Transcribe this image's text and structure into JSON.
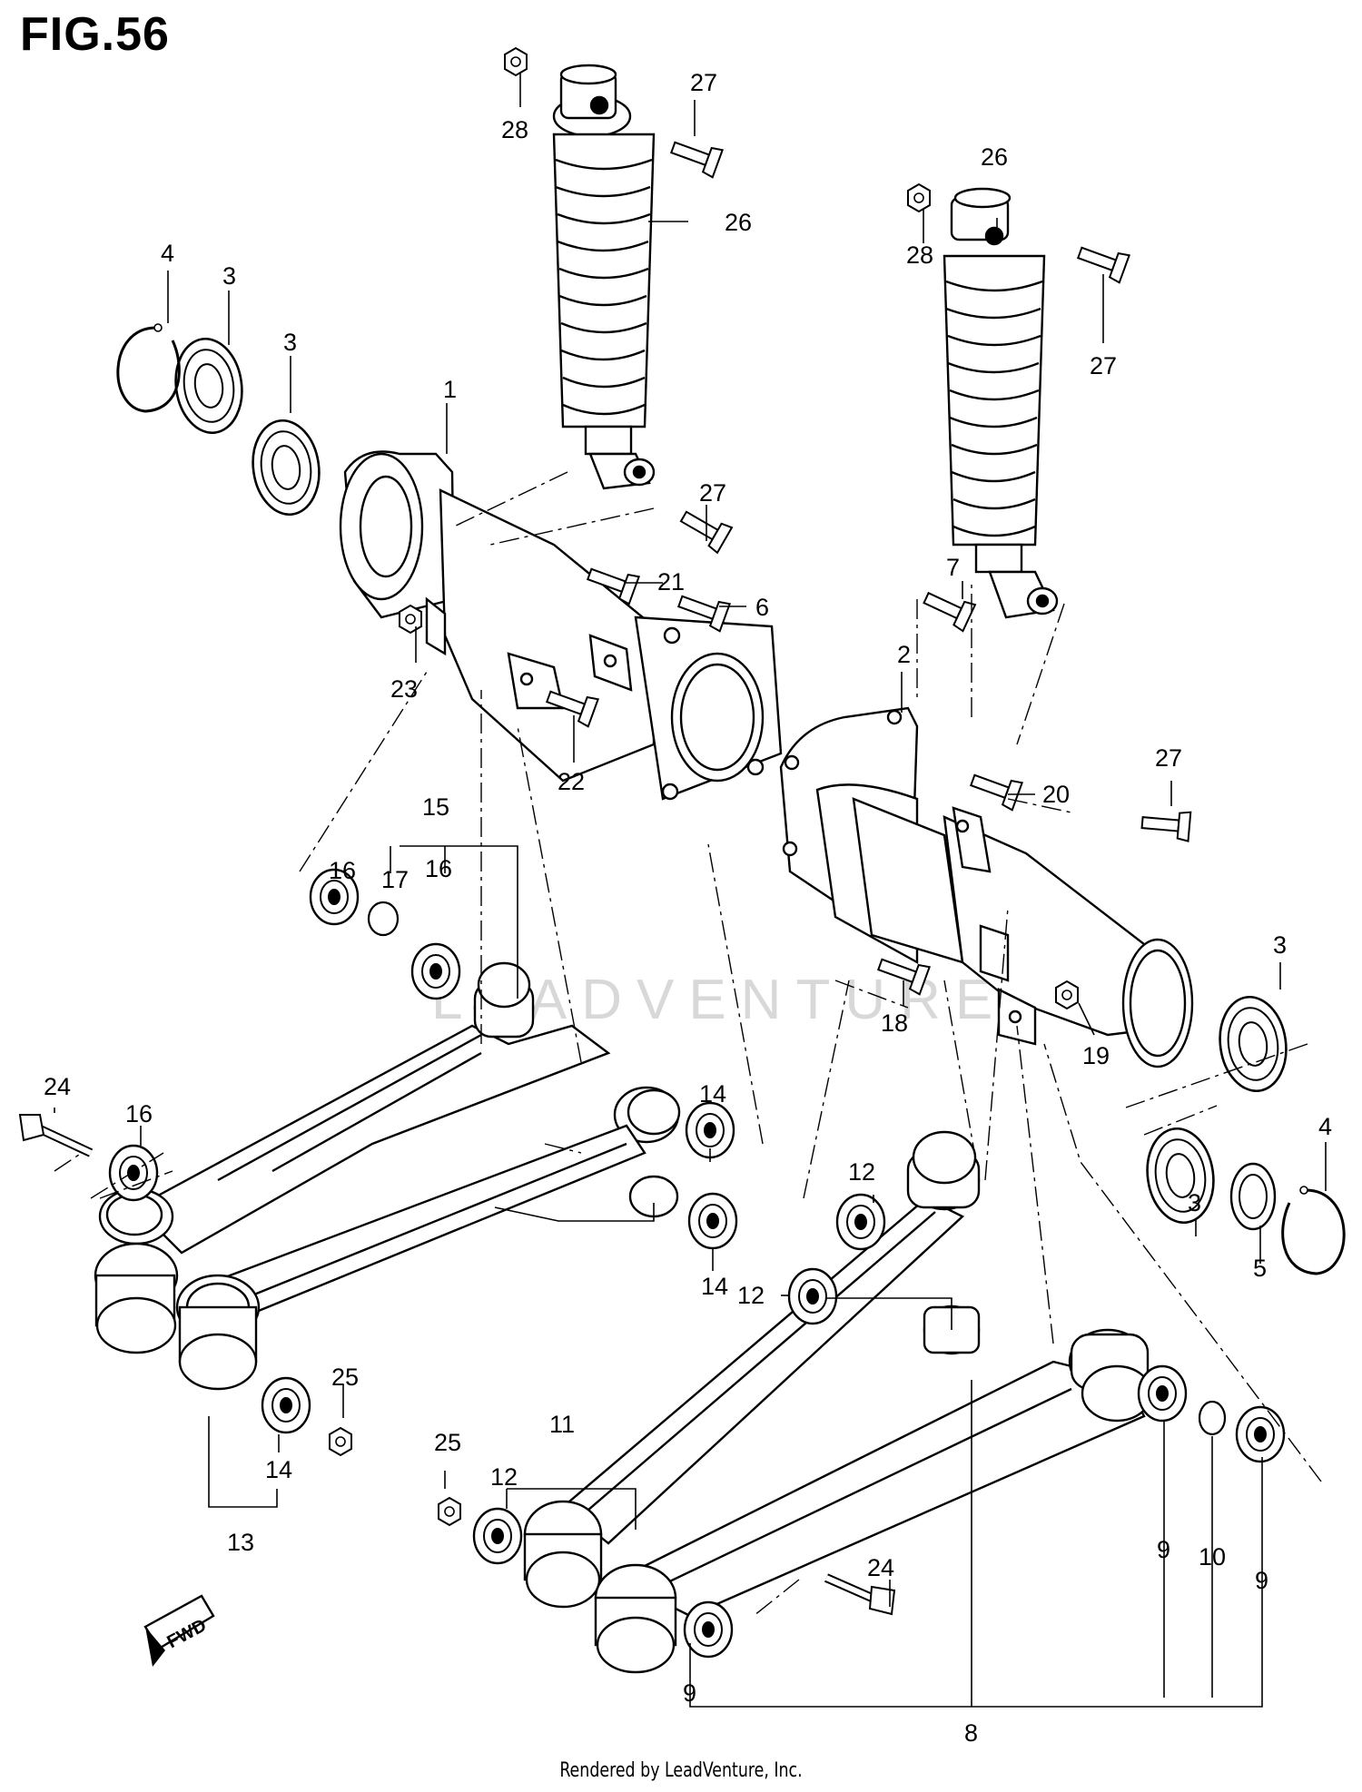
{
  "figure": {
    "title": "FIG.56",
    "footer": "Rendered by LeadVenture, Inc.",
    "watermark": "LEADVENTURE",
    "fwd_label": "FWD"
  },
  "callouts": [
    {
      "id": "c1",
      "text": "1"
    },
    {
      "id": "c2",
      "text": "2"
    },
    {
      "id": "c3a",
      "text": "3"
    },
    {
      "id": "c3b",
      "text": "3"
    },
    {
      "id": "c3c",
      "text": "3"
    },
    {
      "id": "c3d",
      "text": "3"
    },
    {
      "id": "c4a",
      "text": "4"
    },
    {
      "id": "c4b",
      "text": "4"
    },
    {
      "id": "c5",
      "text": "5"
    },
    {
      "id": "c6",
      "text": "6"
    },
    {
      "id": "c7",
      "text": "7"
    },
    {
      "id": "c8",
      "text": "8"
    },
    {
      "id": "c9a",
      "text": "9"
    },
    {
      "id": "c9b",
      "text": "9"
    },
    {
      "id": "c9c",
      "text": "9"
    },
    {
      "id": "c10",
      "text": "10"
    },
    {
      "id": "c11",
      "text": "11"
    },
    {
      "id": "c12a",
      "text": "12"
    },
    {
      "id": "c12b",
      "text": "12"
    },
    {
      "id": "c12c",
      "text": "12"
    },
    {
      "id": "c13",
      "text": "13"
    },
    {
      "id": "c14a",
      "text": "14"
    },
    {
      "id": "c14b",
      "text": "14"
    },
    {
      "id": "c14c",
      "text": "14"
    },
    {
      "id": "c15",
      "text": "15"
    },
    {
      "id": "c16a",
      "text": "16"
    },
    {
      "id": "c16b",
      "text": "16"
    },
    {
      "id": "c16c",
      "text": "16"
    },
    {
      "id": "c17",
      "text": "17"
    },
    {
      "id": "c18",
      "text": "18"
    },
    {
      "id": "c19",
      "text": "19"
    },
    {
      "id": "c20",
      "text": "20"
    },
    {
      "id": "c21",
      "text": "21"
    },
    {
      "id": "c22",
      "text": "22"
    },
    {
      "id": "c23",
      "text": "23"
    },
    {
      "id": "c24a",
      "text": "24"
    },
    {
      "id": "c24b",
      "text": "24"
    },
    {
      "id": "c25a",
      "text": "25"
    },
    {
      "id": "c25b",
      "text": "25"
    },
    {
      "id": "c26a",
      "text": "26"
    },
    {
      "id": "c26b",
      "text": "26"
    },
    {
      "id": "c27a",
      "text": "27"
    },
    {
      "id": "c27b",
      "text": "27"
    },
    {
      "id": "c27c",
      "text": "27"
    },
    {
      "id": "c27d",
      "text": "27"
    },
    {
      "id": "c28a",
      "text": "28"
    },
    {
      "id": "c28b",
      "text": "28"
    }
  ]
}
